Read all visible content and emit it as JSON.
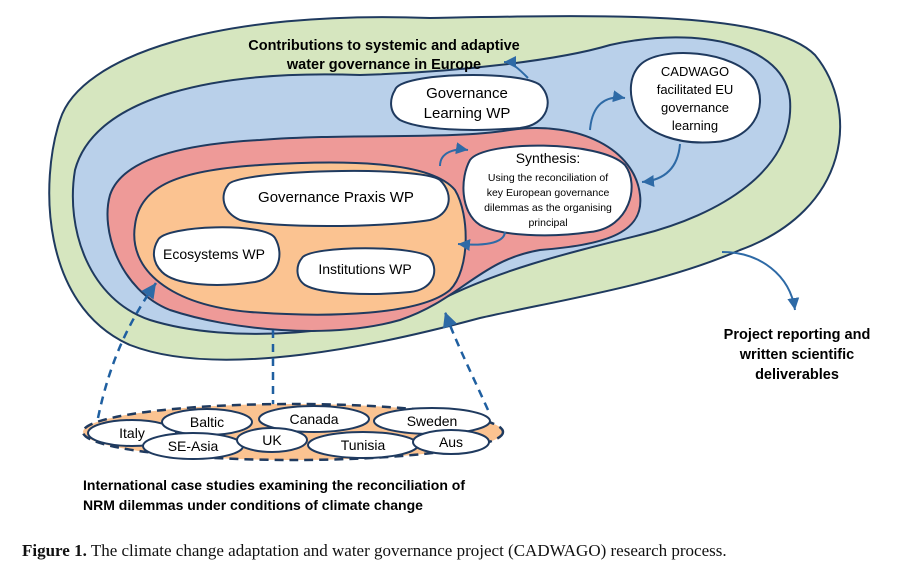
{
  "diagram": {
    "contributions_line1": "Contributions to systemic and adaptive",
    "contributions_line2": "water governance in Europe",
    "governance_learning_line1": "Governance",
    "governance_learning_line2": "Learning WP",
    "cadwago_line1": "CADWAGO",
    "cadwago_line2": "facilitated EU",
    "cadwago_line3": "governance",
    "cadwago_line4": "learning",
    "synthesis_title": "Synthesis:",
    "synthesis_line1": "Using the reconciliation of",
    "synthesis_line2": "key European governance",
    "synthesis_line3": "dilemmas as the organising",
    "synthesis_line4": "principal",
    "governance_praxis": "Governance Praxis WP",
    "ecosystems": "Ecosystems WP",
    "institutions": "Institutions WP",
    "reporting_line1": "Project reporting and",
    "reporting_line2": "written scientific",
    "reporting_line3": "deliverables",
    "case_studies_line1": "International case studies examining the reconciliation of",
    "case_studies_line2": "NRM dilemmas under conditions of climate change",
    "countries": {
      "italy": "Italy",
      "baltic": "Baltic",
      "canada": "Canada",
      "sweden": "Sweden",
      "se_asia": "SE-Asia",
      "uk": "UK",
      "tunisia": "Tunisia",
      "aus": "Aus"
    }
  },
  "caption": {
    "label": "Figure 1.",
    "text": "The climate change adaptation and water governance project (CADWAGO) research process."
  },
  "colors": {
    "green": "#d6e6bf",
    "blue": "#b9d0ea",
    "red": "#ee9a98",
    "orange": "#fbc391",
    "outline": "#1f3a5f",
    "arrow": "#2e6aa6"
  }
}
